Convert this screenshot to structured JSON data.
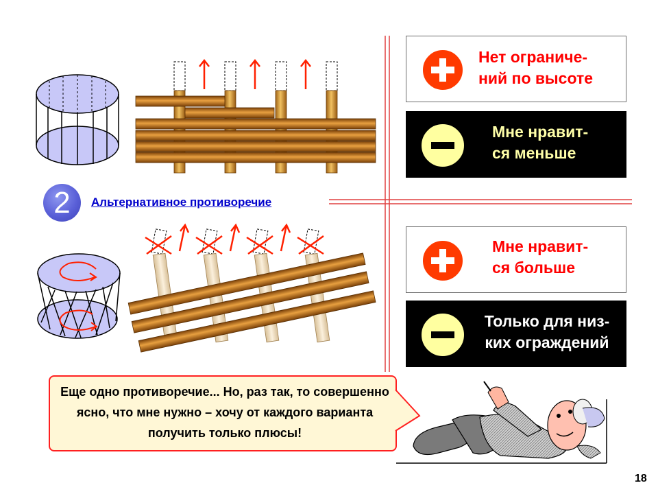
{
  "boxes": [
    {
      "sign": "plus",
      "text": "Нет ограниче-\nний по высоте"
    },
    {
      "sign": "minus",
      "text": "Мне нравит-\nся меньше"
    },
    {
      "sign": "plus",
      "text": "Мне нравит-\nся больше"
    },
    {
      "sign": "minus",
      "text": "Только для низ-\nких ограждений"
    }
  ],
  "badge": {
    "number": "2",
    "color": "#5a60d8"
  },
  "subtitle": "Альтернативное противоречие",
  "speech": "Еще одно противоречие... Но, раз так, то совершенно ясно, что мне нужно – хочу от каждого варианта получить только плюсы!",
  "page_number": "18",
  "colors": {
    "plus": "#ff3a00",
    "minus": "#ffffa0",
    "red_text": "#ff0000",
    "yellow_text": "#ffffa8",
    "divider": "#e04040",
    "wood": "#c8862a"
  },
  "icons": [
    "plus-sign-icon",
    "minus-sign-icon",
    "up-arrow-icon",
    "cross-mark-icon",
    "rotation-arrow-icon"
  ]
}
